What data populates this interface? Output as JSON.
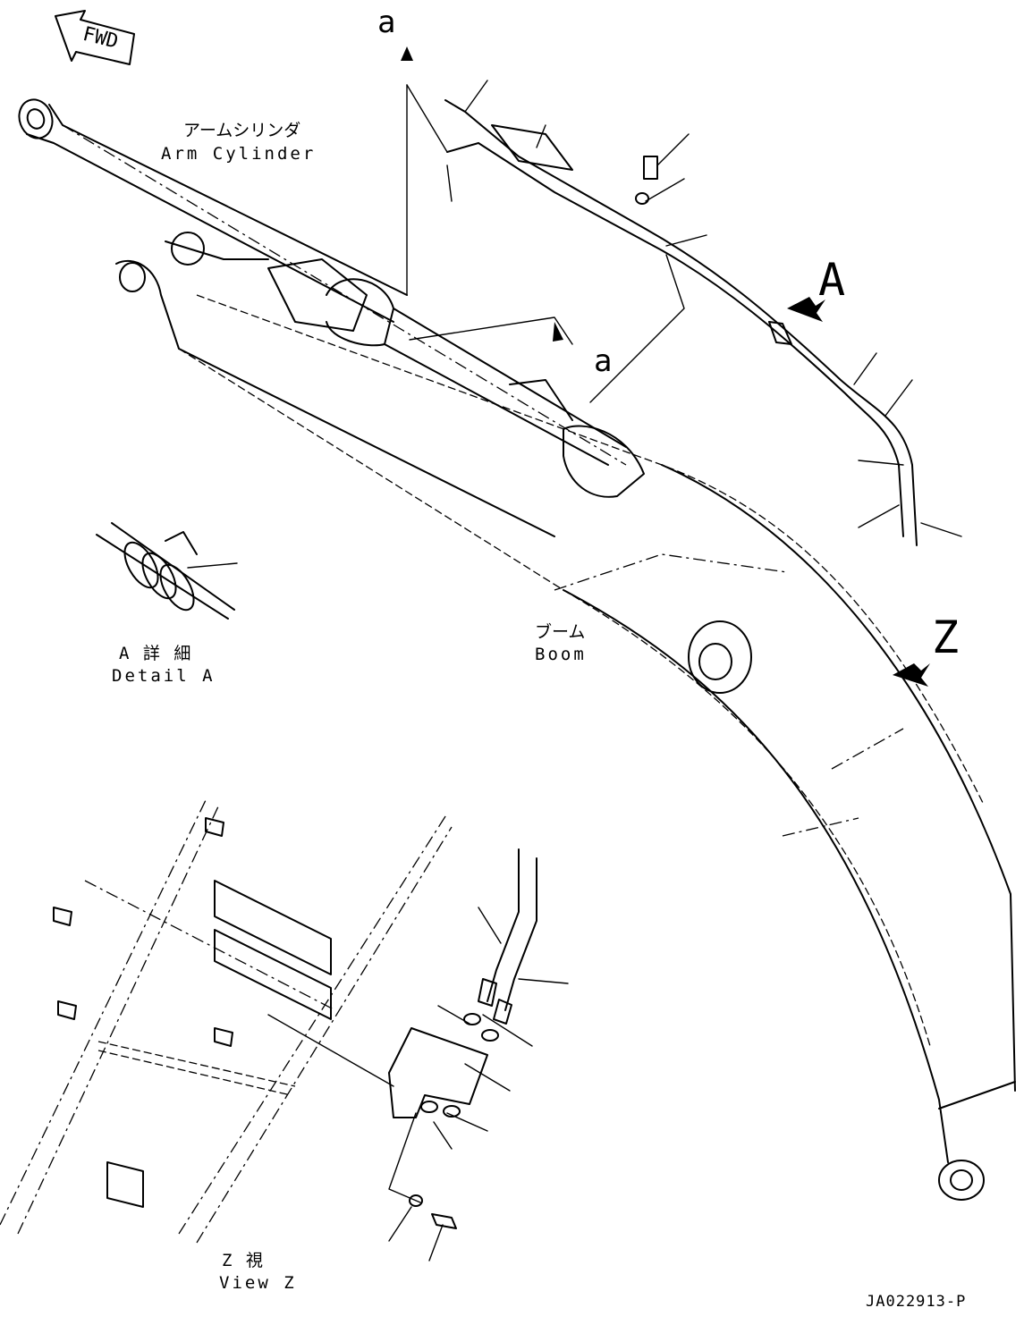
{
  "labels": {
    "fwd": "FWD",
    "arm_cylinder_jp": "アームシリンダ",
    "arm_cylinder_en": "Arm Cylinder",
    "boom_jp": "ブーム",
    "boom_en": "Boom",
    "detail_a_jp": "A 詳 細",
    "detail_a_en": "Detail A",
    "view_z_jp": "Z 視",
    "view_z_en": "View Z",
    "callout_a_top": "a",
    "callout_a_mid": "a",
    "arrow_A": "A",
    "arrow_Z": "Z",
    "drawing_number": "JA022913-P"
  }
}
